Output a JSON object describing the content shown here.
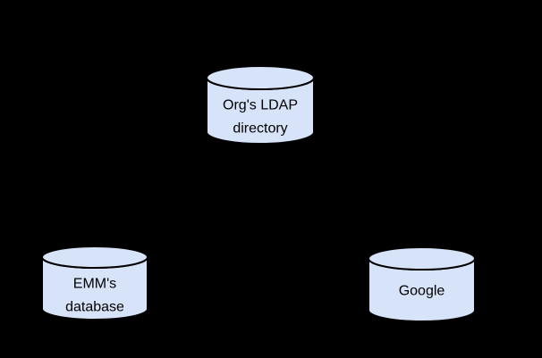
{
  "diagram": {
    "background_color": "#000000",
    "node_fill_color": "#d7e3f8",
    "node_stroke_color": "#000000",
    "label_color": "#000000",
    "nodes": [
      {
        "id": "org-ldap-directory",
        "shape": "database-cylinder",
        "label_lines": [
          "Org's LDAP",
          "directory"
        ]
      },
      {
        "id": "emm-database",
        "shape": "database-cylinder",
        "label_lines": [
          "EMM's",
          "database"
        ]
      },
      {
        "id": "google",
        "shape": "database-cylinder",
        "label_lines": [
          "Google"
        ]
      }
    ]
  }
}
